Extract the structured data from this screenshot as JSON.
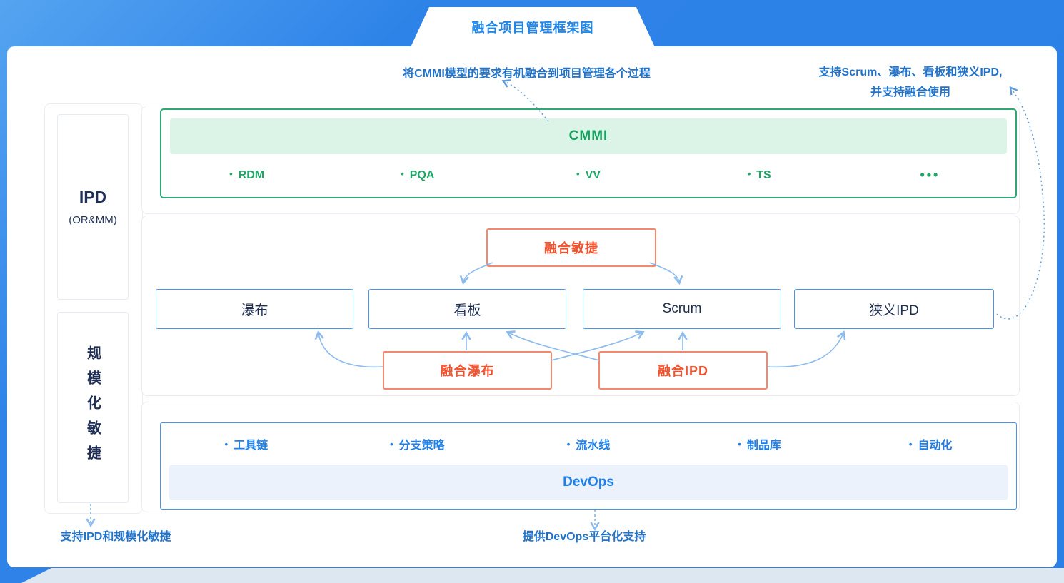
{
  "title": "融合项目管理框架图",
  "annotations": {
    "cmmi_note": "将CMMI模型的要求有机融合到项目管理各个过程",
    "methods_note_line1": "支持Scrum、瀑布、看板和狭义IPD,",
    "methods_note_line2": "并支持融合使用",
    "ipd_support_note": "支持IPD和规模化敏捷",
    "devops_note": "提供DevOps平台化支持"
  },
  "sidebar": {
    "ipd_title": "IPD",
    "ipd_subtitle": "(OR&MM)",
    "scaled_agile": "规模化敏捷"
  },
  "cmmi": {
    "title": "CMMI",
    "bullet": "•",
    "items": [
      "RDM",
      "PQA",
      "VV",
      "TS"
    ],
    "more": "•••"
  },
  "methods": [
    "瀑布",
    "看板",
    "Scrum",
    "狭义IPD"
  ],
  "fusion": {
    "agile": "融合敏捷",
    "waterfall": "融合瀑布",
    "ipd": "融合IPD"
  },
  "devops": {
    "title": "DevOps",
    "bullet": "•",
    "items": [
      "工具链",
      "分支策略",
      "流水线",
      "制品库",
      "自动化"
    ]
  },
  "colors": {
    "background_blue": "#2b80e5",
    "accent_blue": "#2080e8",
    "box_border_blue": "#4a94e8",
    "green": "#21a567",
    "green_fill": "#dcf4e7",
    "orange": "#f2512e",
    "navy_text": "#1f2f55",
    "annotation_blue": "#2273c8",
    "devops_fill": "#ecf2fc",
    "arrow_blue": "#8cbbee"
  }
}
